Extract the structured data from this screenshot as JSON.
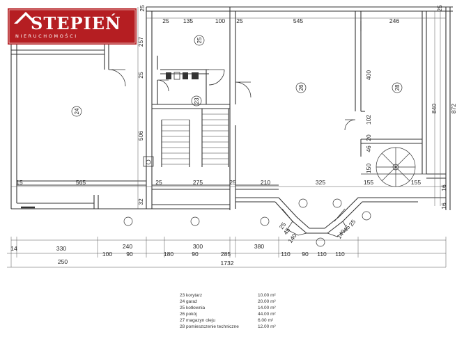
{
  "logo": {
    "name": "STEPIEŃ",
    "subtitle": "NIERUCHOMOŚCI",
    "background": "#b51e22"
  },
  "rooms": {
    "r23": "23",
    "r24": "24",
    "r25": "25",
    "r26": "26",
    "r28": "28"
  },
  "dimensions": {
    "top": [
      "25",
      "135",
      "100",
      "25",
      "545",
      "246",
      "25"
    ],
    "left_vertical": [
      "257",
      "25",
      "506",
      "32"
    ],
    "interior_row": [
      "15",
      "565",
      "25",
      "275",
      "25",
      "210",
      "325",
      "155",
      "155"
    ],
    "right_vertical": [
      "400",
      "102",
      "20",
      "46",
      "150"
    ],
    "right_totals": [
      "840",
      "872",
      "16",
      "16"
    ],
    "bottom_row1": [
      "14",
      "330",
      "240",
      "300",
      "380"
    ],
    "bottom_row2": [
      "250",
      "100",
      "90",
      "180",
      "90",
      "285",
      "110",
      "90",
      "110",
      "110"
    ],
    "total": "1732",
    "bay": [
      "25",
      "45",
      "140",
      "25",
      "45",
      "140"
    ]
  },
  "legend": [
    {
      "name": "23 korytarz",
      "area": "10.00 m²"
    },
    {
      "name": "24 garaż",
      "area": "20.00 m²"
    },
    {
      "name": "25 kotłownia",
      "area": "14.00 m²"
    },
    {
      "name": "26 pokój",
      "area": "44.00 m²"
    },
    {
      "name": "27 magazyn oleju",
      "area": "6.00 m²"
    },
    {
      "name": "28 pomieszczenie techniczne",
      "area": "12.00 m²"
    }
  ]
}
